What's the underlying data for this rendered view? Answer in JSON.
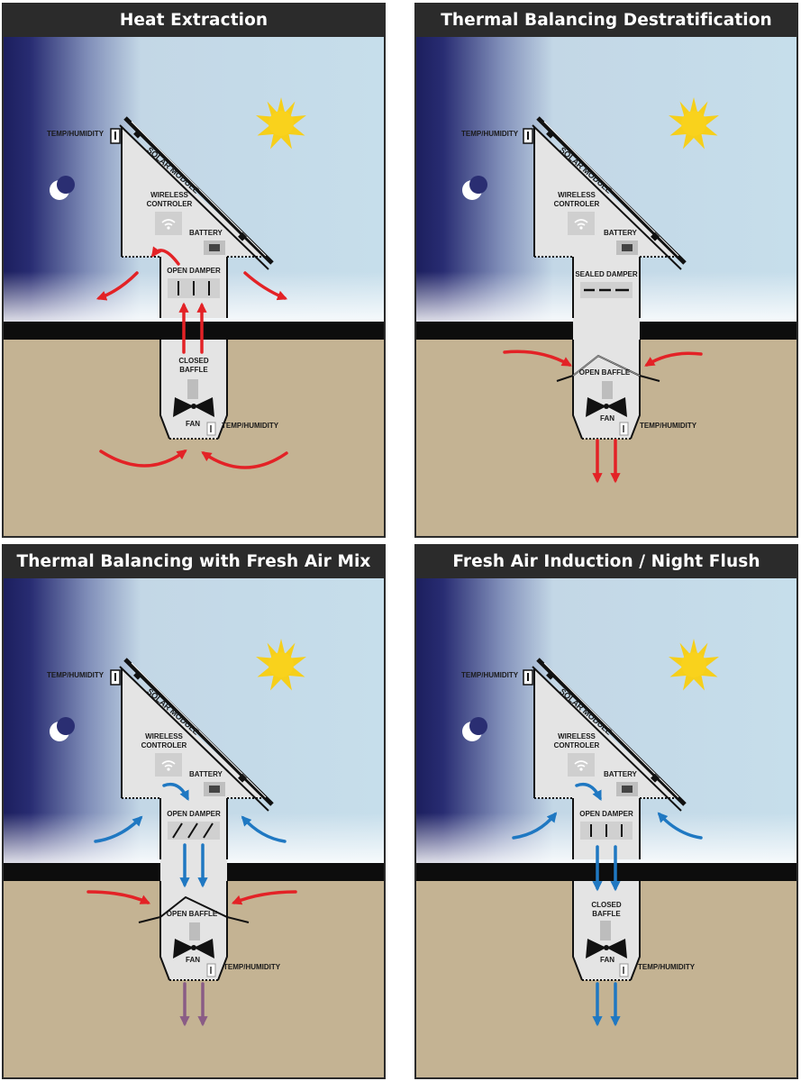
{
  "panels": [
    {
      "title": "Heat Extraction",
      "labels": {
        "temp_top": "TEMP/HUMIDITY",
        "solar": "SOLAR MODULE",
        "wireless": "WIRELESS\nCONTROLER",
        "battery": "BATTERY",
        "damper": "OPEN DAMPER",
        "baffle": "CLOSED\nBAFFLE",
        "fan": "FAN",
        "temp_bottom": "TEMP/HUMIDITY"
      }
    },
    {
      "title": "Thermal Balancing Destratification",
      "labels": {
        "temp_top": "TEMP/HUMIDITY",
        "solar": "SOLAR MODULE",
        "wireless": "WIRELESS\nCONTROLER",
        "battery": "BATTERY",
        "damper": "SEALED DAMPER",
        "baffle": "OPEN BAFFLE",
        "fan": "FAN",
        "temp_bottom": "TEMP/HUMIDITY"
      }
    },
    {
      "title": "Thermal Balancing with Fresh Air Mix",
      "labels": {
        "temp_top": "TEMP/HUMIDITY",
        "solar": "SOLAR MODULE",
        "wireless": "WIRELESS\nCONTROLER",
        "battery": "BATTERY",
        "damper": "OPEN DAMPER",
        "baffle": "OPEN BAFFLE",
        "fan": "FAN",
        "temp_bottom": "TEMP/HUMIDITY"
      }
    },
    {
      "title": "Fresh Air Induction / Night Flush",
      "labels": {
        "temp_top": "TEMP/HUMIDITY",
        "solar": "SOLAR MODULE",
        "wireless": "WIRELESS\nCONTROLER",
        "battery": "BATTERY",
        "damper": "OPEN DAMPER",
        "baffle": "CLOSED\nBAFFLE",
        "fan": "FAN",
        "temp_bottom": "TEMP/HUMIDITY"
      }
    }
  ],
  "colors": {
    "title_bar": "#2b2b2b",
    "sky_light": "#c3dcea",
    "night": "#1c1f5e",
    "ground": "#c4b393",
    "floor": "#0d0d0d",
    "housing": "#e4e4e4",
    "sun": "#f6cf1a",
    "warm_arrow": "#e32226",
    "cool_arrow": "#1f78c2",
    "mixed_arrow": "#8a5c86"
  },
  "icons": [
    "moon-icon",
    "sun-icon",
    "wifi-icon",
    "battery-icon",
    "thermometer-icon",
    "fan-icon"
  ]
}
